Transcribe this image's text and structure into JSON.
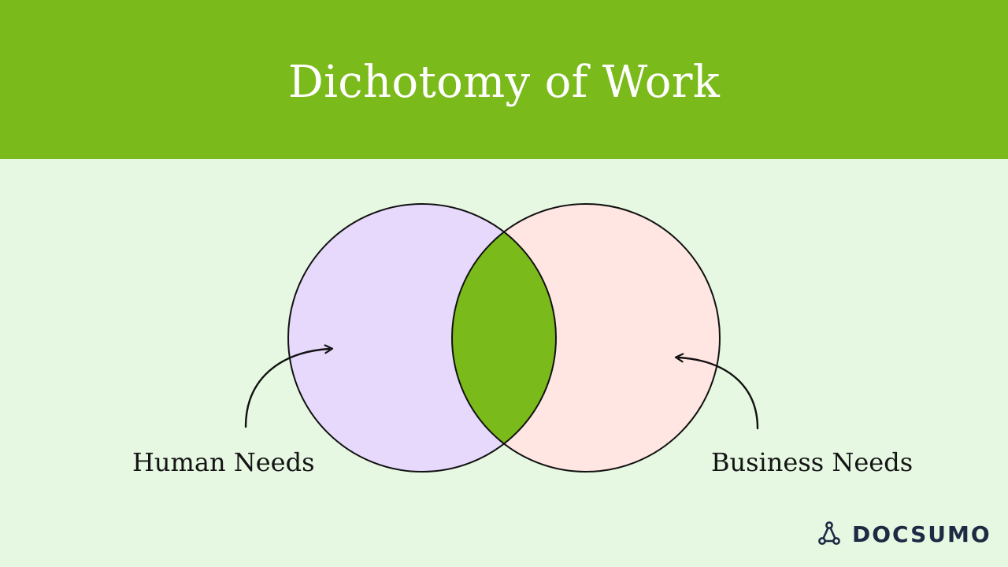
{
  "header": {
    "title": "Dichotomy of Work"
  },
  "venn": {
    "left_label": "Human Needs",
    "right_label": "Business Needs",
    "colors": {
      "left_fill": "#e6d9fc",
      "right_fill": "#ffe6e2",
      "overlap_fill": "#7aba1a",
      "stroke": "#111111"
    }
  },
  "logo": {
    "text": "DOCSUMO",
    "icon": "docsumo-logo-icon"
  },
  "colors": {
    "header_bg": "#7aba1a",
    "page_bg": "#e6f7e2"
  }
}
